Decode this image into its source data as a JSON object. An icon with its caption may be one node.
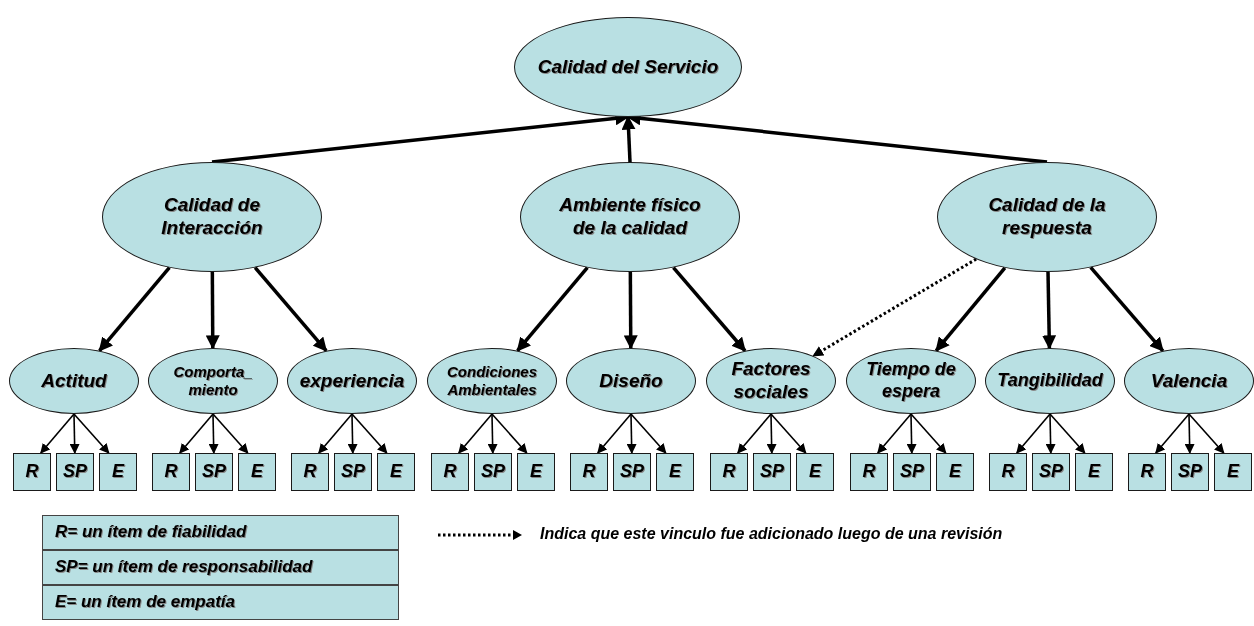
{
  "diagram": {
    "nodes": [
      {
        "text": [
          "Calidad del Servicio"
        ]
      },
      {
        "text": [
          "Calidad de Interacción"
        ]
      },
      {
        "text": [
          "Ambiente físico de la calidad"
        ]
      },
      {
        "text": [
          "Calidad de la respuesta"
        ]
      },
      {
        "text": [
          "Actitud"
        ]
      },
      {
        "text": [
          "Comporta_ miento"
        ]
      },
      {
        "text": [
          "experiencia"
        ]
      },
      {
        "text": [
          "Condiciones Ambientales"
        ]
      },
      {
        "text": [
          "Diseño"
        ]
      },
      {
        "text": [
          "Factores sociales"
        ]
      },
      {
        "text": [
          "Tiempo de espera"
        ]
      },
      {
        "text": [
          "Tangibilidad"
        ]
      },
      {
        "text": [
          "Valencia"
        ]
      },
      {
        "text": [
          "R"
        ]
      },
      {
        "text": [
          "SP"
        ]
      },
      {
        "text": [
          "E"
        ]
      },
      {
        "text": [
          "R"
        ]
      },
      {
        "text": [
          "SP"
        ]
      },
      {
        "text": [
          "E"
        ]
      },
      {
        "text": [
          "R"
        ]
      },
      {
        "text": [
          "SP"
        ]
      },
      {
        "text": [
          "E"
        ]
      },
      {
        "text": [
          "R"
        ]
      },
      {
        "text": [
          "SP"
        ]
      },
      {
        "text": [
          "E"
        ]
      },
      {
        "text": [
          "R"
        ]
      },
      {
        "text": [
          "SP"
        ]
      },
      {
        "text": [
          "E"
        ]
      },
      {
        "text": [
          "R"
        ]
      },
      {
        "text": [
          "SP"
        ]
      },
      {
        "text": [
          "E"
        ]
      },
      {
        "text": [
          "R"
        ]
      },
      {
        "text": [
          "SP"
        ]
      },
      {
        "text": [
          "E"
        ]
      },
      {
        "text": [
          "R"
        ]
      },
      {
        "text": [
          "SP"
        ]
      },
      {
        "text": [
          "E"
        ]
      },
      {
        "text": [
          "R"
        ]
      },
      {
        "text": [
          "SP"
        ]
      },
      {
        "text": [
          "E"
        ]
      },
      {
        "text": [
          "R= un ítem de fiabilidad"
        ]
      },
      {
        "text": [
          "SP= un ítem de responsabilidad"
        ]
      },
      {
        "text": [
          "E= un ítem de empatía"
        ]
      }
    ],
    "edges": [
      {
        "from": 1,
        "to": 0,
        "arrow": "to",
        "style": "thick"
      },
      {
        "from": 2,
        "to": 0,
        "arrow": "to",
        "style": "thick"
      },
      {
        "from": 3,
        "to": 0,
        "arrow": "to",
        "style": "thick"
      },
      {
        "from": 1,
        "to": 4,
        "arrow": "to",
        "style": "thick"
      },
      {
        "from": 1,
        "to": 5,
        "arrow": "to",
        "style": "thick"
      },
      {
        "from": 1,
        "to": 6,
        "arrow": "to",
        "style": "thick"
      },
      {
        "from": 2,
        "to": 7,
        "arrow": "to",
        "style": "thick"
      },
      {
        "from": 2,
        "to": 8,
        "arrow": "to",
        "style": "thick"
      },
      {
        "from": 2,
        "to": 9,
        "arrow": "to",
        "style": "thick"
      },
      {
        "from": 3,
        "to": 10,
        "arrow": "to",
        "style": "thick"
      },
      {
        "from": 3,
        "to": 11,
        "arrow": "to",
        "style": "thick"
      },
      {
        "from": 3,
        "to": 12,
        "arrow": "to",
        "style": "thick"
      },
      {
        "from": 3,
        "to": 9,
        "arrow": "to",
        "style": "dashed"
      },
      {
        "from": 4,
        "to": 13,
        "arrow": "to"
      },
      {
        "from": 4,
        "to": 14,
        "arrow": "to"
      },
      {
        "from": 4,
        "to": 15,
        "arrow": "to"
      },
      {
        "from": 5,
        "to": 16,
        "arrow": "to"
      },
      {
        "from": 5,
        "to": 17,
        "arrow": "to"
      },
      {
        "from": 5,
        "to": 18,
        "arrow": "to"
      },
      {
        "from": 6,
        "to": 19,
        "arrow": "to"
      },
      {
        "from": 6,
        "to": 20,
        "arrow": "to"
      },
      {
        "from": 6,
        "to": 21,
        "arrow": "to"
      },
      {
        "from": 7,
        "to": 22,
        "arrow": "to"
      },
      {
        "from": 7,
        "to": 23,
        "arrow": "to"
      },
      {
        "from": 7,
        "to": 24,
        "arrow": "to"
      },
      {
        "from": 8,
        "to": 25,
        "arrow": "to"
      },
      {
        "from": 8,
        "to": 26,
        "arrow": "to"
      },
      {
        "from": 8,
        "to": 27,
        "arrow": "to"
      },
      {
        "from": 9,
        "to": 28,
        "arrow": "to"
      },
      {
        "from": 9,
        "to": 29,
        "arrow": "to"
      },
      {
        "from": 9,
        "to": 30,
        "arrow": "to"
      },
      {
        "from": 10,
        "to": 31,
        "arrow": "to"
      },
      {
        "from": 10,
        "to": 32,
        "arrow": "to"
      },
      {
        "from": 10,
        "to": 33,
        "arrow": "to"
      },
      {
        "from": 11,
        "to": 34,
        "arrow": "to"
      },
      {
        "from": 11,
        "to": 35,
        "arrow": "to"
      },
      {
        "from": 11,
        "to": 36,
        "arrow": "to"
      },
      {
        "from": 12,
        "to": 37,
        "arrow": "to"
      },
      {
        "from": 12,
        "to": 38,
        "arrow": "to"
      },
      {
        "from": 12,
        "to": 39,
        "arrow": "to"
      }
    ],
    "legend": [
      {
        "text": "Indica que este vinculo fue adicionado luego de una revisión"
      }
    ]
  }
}
